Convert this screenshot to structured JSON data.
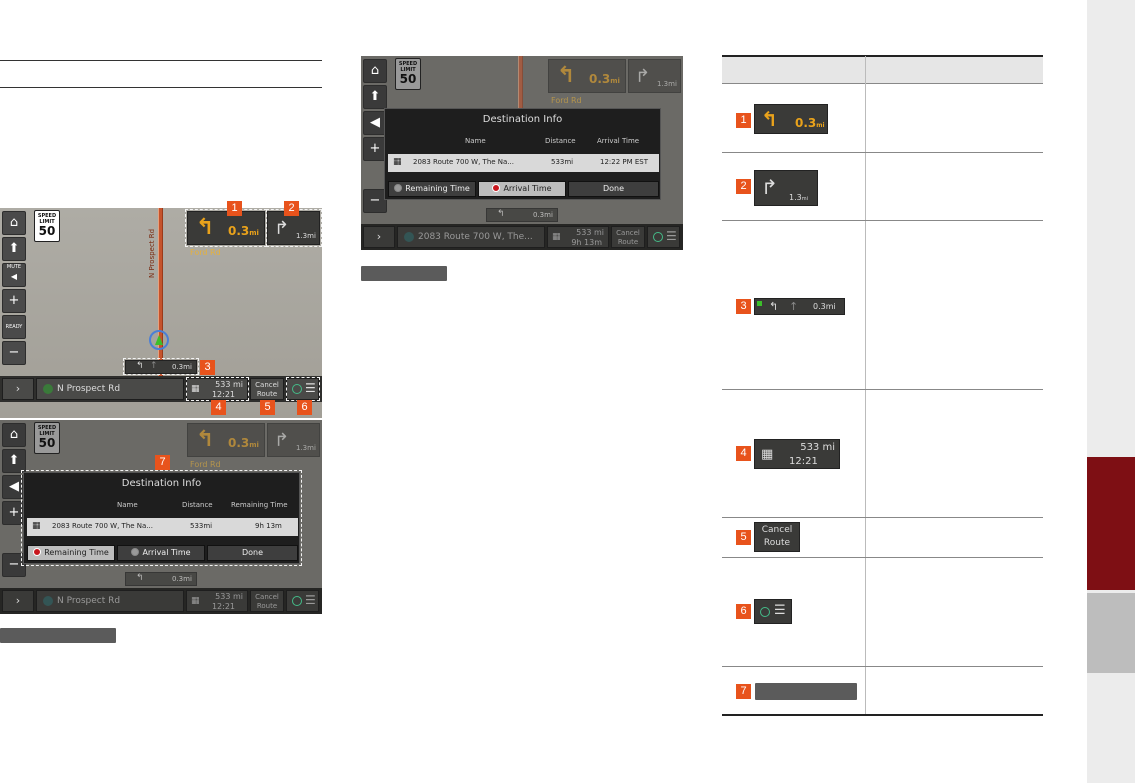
{
  "screen": {
    "speed_limit_label": "SPEED LIMIT",
    "speed_limit_value": "50",
    "turn_distance": "0.3",
    "turn_unit": "mi",
    "next_distance": "1.3",
    "next_unit": "mi",
    "road_name": "Ford Rd",
    "lane_distance": "0.3mi",
    "current_road": "N Prospect Rd",
    "dest_distance": "533 mi",
    "dest_time": "12:21",
    "dest_remaining_time": "9h 13m",
    "cancel_route": "Cancel Route",
    "vertical_street": "N Prospect Rd",
    "side_mute_label": "MUTE",
    "side_ready_label": "READY"
  },
  "dialog_remaining": {
    "title": "Destination Info",
    "col_name": "Name",
    "col_distance": "Distance",
    "col_time": "Remaining Time",
    "row_name": "2083 Route 700 W, The Na...",
    "row_distance": "533mi",
    "row_time": "9h 13m",
    "btn_remaining": "Remaining Time",
    "btn_arrival": "Arrival Time",
    "btn_done": "Done"
  },
  "dialog_arrival": {
    "title": "Destination Info",
    "col_name": "Name",
    "col_distance": "Distance",
    "col_time": "Arrival Time",
    "row_name": "2083 Route 700 W, The Na...",
    "row_distance": "533mi",
    "row_time": "12:22 PM EST",
    "btn_remaining": "Remaining Time",
    "btn_arrival": "Arrival Time",
    "btn_done": "Done",
    "bottom_road": "2083 Route 700 W, The..."
  },
  "callouts": [
    "1",
    "2",
    "3",
    "4",
    "5",
    "6",
    "7"
  ],
  "table": {
    "rows": [
      {
        "num": "1",
        "thumb_text": "0.3",
        "thumb_unit": "mi"
      },
      {
        "num": "2",
        "thumb_text": "1.3",
        "thumb_unit": "mi"
      },
      {
        "num": "3",
        "thumb_text": "0.3mi"
      },
      {
        "num": "4",
        "thumb_text": "533 mi",
        "thumb_sub": "12:21"
      },
      {
        "num": "5",
        "thumb_text": "Cancel Route"
      },
      {
        "num": "6"
      },
      {
        "num": "7"
      }
    ]
  },
  "colors": {
    "accent_orange": "#e8531c",
    "side_tab_red": "#7e0f14",
    "turn_amber": "#e9a21b"
  }
}
